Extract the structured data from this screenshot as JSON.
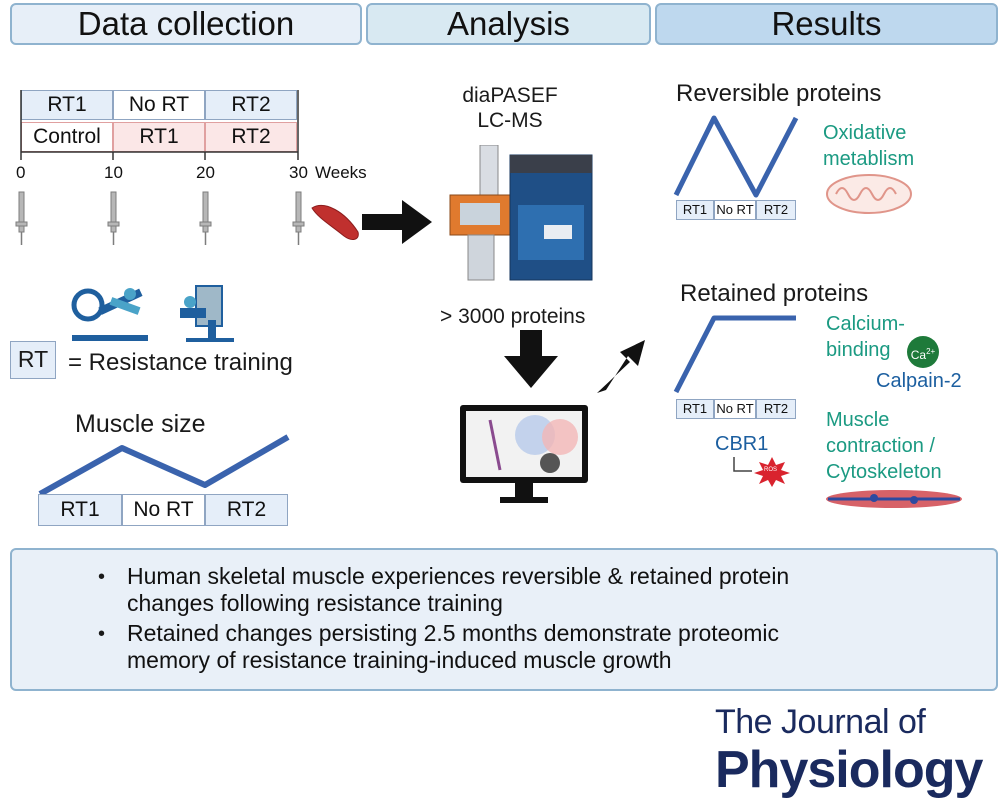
{
  "headers": {
    "data_collection": "Data collection",
    "analysis": "Analysis",
    "results": "Results"
  },
  "timeline": {
    "row1": [
      "RT1",
      "No RT",
      "RT2"
    ],
    "row2": [
      "Control",
      "RT1",
      "RT2"
    ],
    "ticks": [
      "0",
      "10",
      "20",
      "30"
    ],
    "weeks_label": "Weeks"
  },
  "legend": {
    "abbr": "RT",
    "definition": "= Resistance training"
  },
  "muscle_size": {
    "title": "Muscle size",
    "labels": [
      "RT1",
      "No RT",
      "RT2"
    ]
  },
  "analysis": {
    "instrument_line1": "diaPASEF",
    "instrument_line2": "LC-MS",
    "proteins": "> 3000 proteins"
  },
  "reversible": {
    "title": "Reversible proteins",
    "label_line1": "Oxidative",
    "label_line2": "metablism",
    "axis": [
      "RT1",
      "No RT",
      "RT2"
    ]
  },
  "retained": {
    "title": "Retained proteins",
    "axis": [
      "RT1",
      "No RT",
      "RT2"
    ],
    "calcium_line1": "Calcium-",
    "calcium_line2": "binding",
    "ca_ion": "Ca",
    "ca_charge": "2+",
    "calpain": "Calpain-2",
    "cbr1": "CBR1",
    "ros": "ROS",
    "muscle_line1": "Muscle",
    "muscle_line2": "contraction /",
    "muscle_line3": "Cytoskeleton"
  },
  "summary": {
    "bullet1_line1": "Human skeletal muscle experiences reversible & retained protein",
    "bullet1_line2": "changes following resistance training",
    "bullet2_line1": "Retained changes persisting 2.5 months demonstrate proteomic",
    "bullet2_line2": "memory of resistance training-induced muscle growth"
  },
  "journal": {
    "line1": "The Journal of",
    "line2": "Physiology"
  },
  "colors": {
    "header_border": "#8fb3cf",
    "teal": "#1b9a82",
    "navy": "#1c5fa0",
    "line_blue": "#3a63ad"
  }
}
